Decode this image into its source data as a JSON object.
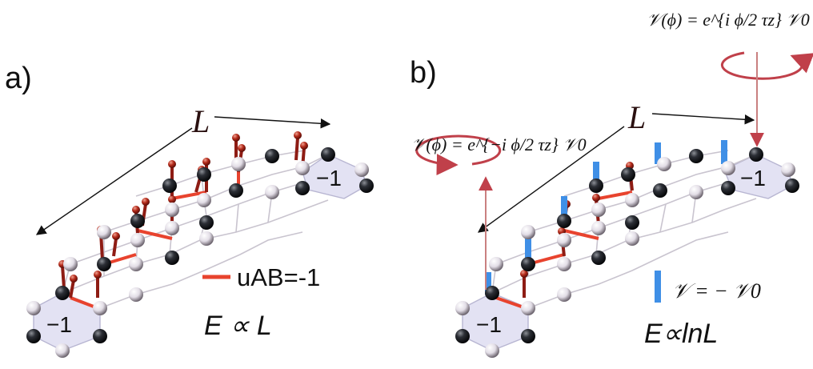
{
  "panels": {
    "a": {
      "label": "a)",
      "length_label": "L",
      "defect_a": "−1",
      "defect_b": "−1",
      "legend_text": "uAB=-1",
      "scaling": "E ∝ L"
    },
    "b": {
      "label": "b)",
      "length_label": "L",
      "defect_a": "−1",
      "defect_b": "−1",
      "rotation_left": "𝒱(ϕ) = e^{−i ϕ/2 τz} 𝒱0",
      "rotation_right": "𝒱(ϕ) = e^{i ϕ/2 τz} 𝒱0",
      "legend_text": "𝒱 = − 𝒱0",
      "scaling": "E∝lnL"
    }
  },
  "colors": {
    "red_bond": "#e8432e",
    "blue_bond": "#3f8fe6",
    "pin": "#8e1c14",
    "arrow_red": "#c0404a",
    "hex": "#e3e2f3"
  }
}
